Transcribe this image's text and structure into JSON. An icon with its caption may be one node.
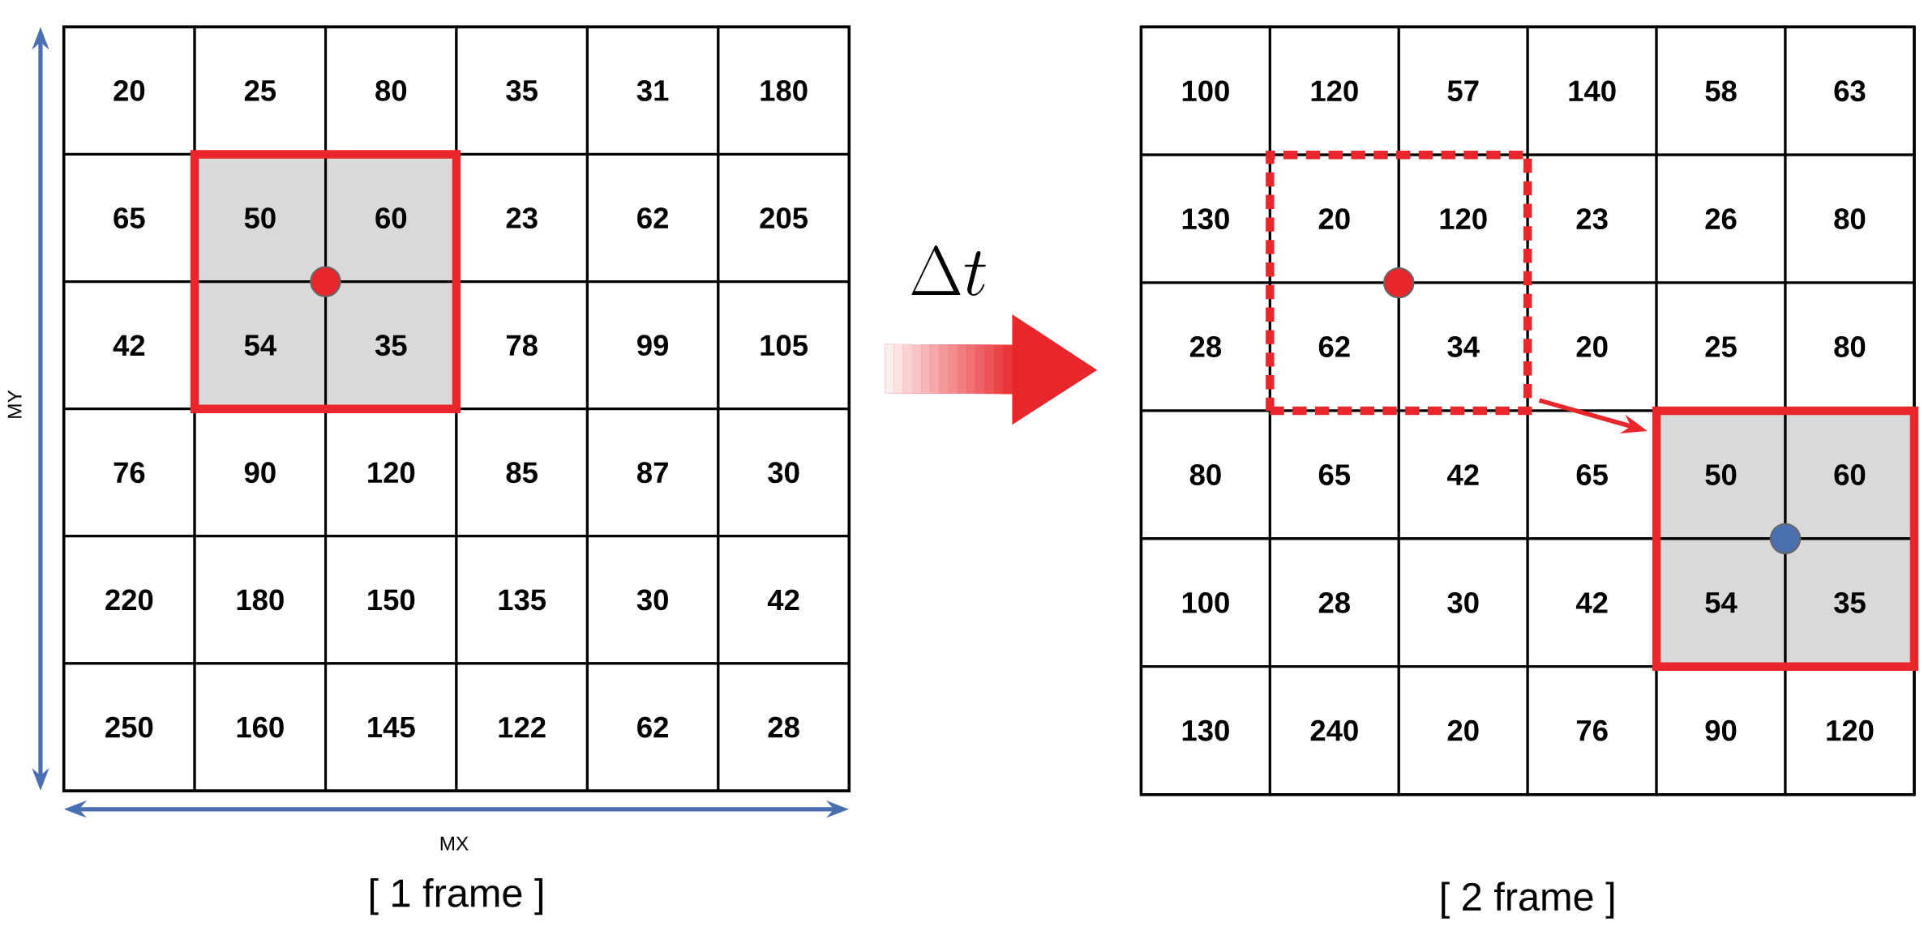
{
  "diagram": {
    "nodes": [
      {
        "text": [],
        "shape": "box",
        "beside": [
          "[ 1 frame ]"
        ]
      },
      {
        "text": [],
        "shape": "box",
        "in": 0
      },
      {
        "text": [],
        "shape": "box",
        "beside": [
          "[ 2 frame ]"
        ]
      },
      {
        "text": [],
        "shape": "box",
        "in": 2
      },
      {
        "text": [],
        "shape": "box",
        "in": 2
      }
    ],
    "edges": [
      {
        "from": 0,
        "to": 2,
        "arrow": "to",
        "label": "\\Delta t",
        "style": "thick"
      },
      {
        "from": 3,
        "to": 4,
        "arrow": "to"
      }
    ],
    "labels": [
      "20",
      "25",
      "80",
      "35",
      "31",
      "180",
      "65",
      "50",
      "60",
      "23",
      "62",
      "205",
      "42",
      "54",
      "35",
      "78",
      "99",
      "105",
      "76",
      "90",
      "120",
      "85",
      "87",
      "30",
      "220",
      "180",
      "150",
      "135",
      "30",
      "42",
      "250",
      "160",
      "145",
      "122",
      "62",
      "28",
      "100",
      "120",
      "57",
      "140",
      "58",
      "63",
      "130",
      "20",
      "120",
      "23",
      "26",
      "80",
      "28",
      "62",
      "34",
      "20",
      "25",
      "80",
      "80",
      "65",
      "42",
      "65",
      "50",
      "60",
      "100",
      "28",
      "30",
      "42",
      "54",
      "35",
      "130",
      "240",
      "20",
      "76",
      "90",
      "120",
      "MY",
      "MX"
    ]
  }
}
